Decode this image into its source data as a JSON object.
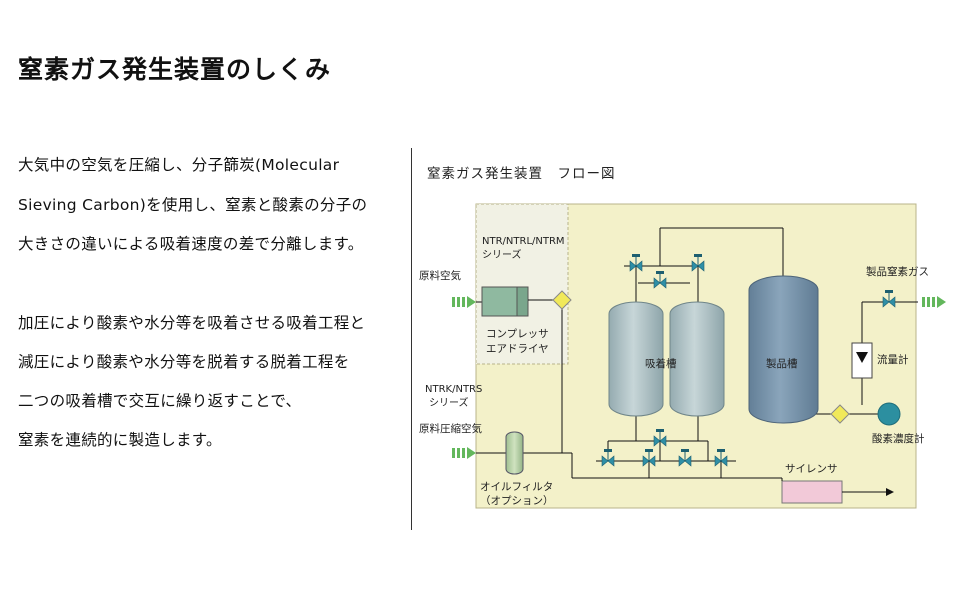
{
  "page": {
    "title": "窒素ガス発生装置のしくみ",
    "paragraph1": [
      "大気中の空気を圧縮し、分子篩炭(Molecular",
      "Sieving Carbon)を使用し、窒素と酸素の分子の",
      "大きさの違いによる吸着速度の差で分離します。"
    ],
    "paragraph2": [
      "加圧により酸素や水分等を吸着させる吸着工程と",
      "減圧により酸素や水分等を脱着する脱着工程を",
      "二つの吸着槽で交互に繰り返すことで、",
      "窒素を連続的に製造します。"
    ]
  },
  "diagram": {
    "title": "窒素ガス発生装置　フロー図",
    "series1": "NTR/NTRL/NTRM",
    "series1_suffix": "シリーズ",
    "series2": "NTRK/NTRS",
    "series2_suffix": "シリーズ",
    "raw_air": "原料空気",
    "compressed_air": "原料圧縮空気",
    "compressor_line1": "コンプレッサ",
    "compressor_line2": "エアドライヤ",
    "oil_filter_line1": "オイルフィルタ",
    "oil_filter_line2": "（オプション）",
    "adsorption_tank": "吸着槽",
    "product_tank": "製品槽",
    "product_gas": "製品窒素ガス",
    "flow_meter": "流量計",
    "oxygen_meter": "酸素濃度計",
    "silencer": "サイレンサ",
    "colors": {
      "panel": "#f3f1c9",
      "compressor_zone": "#f1f1e4",
      "compressor": "#8fb9a0",
      "adsorption_tank": "#a9bdc0",
      "product_tank": "#7896ae",
      "silencer": "#f2c9d8",
      "valve": "#2f8fa6",
      "junction": "#f1e95a",
      "oxygen_meter": "#2c8fa0",
      "air_arrow": "#63b75c"
    }
  }
}
